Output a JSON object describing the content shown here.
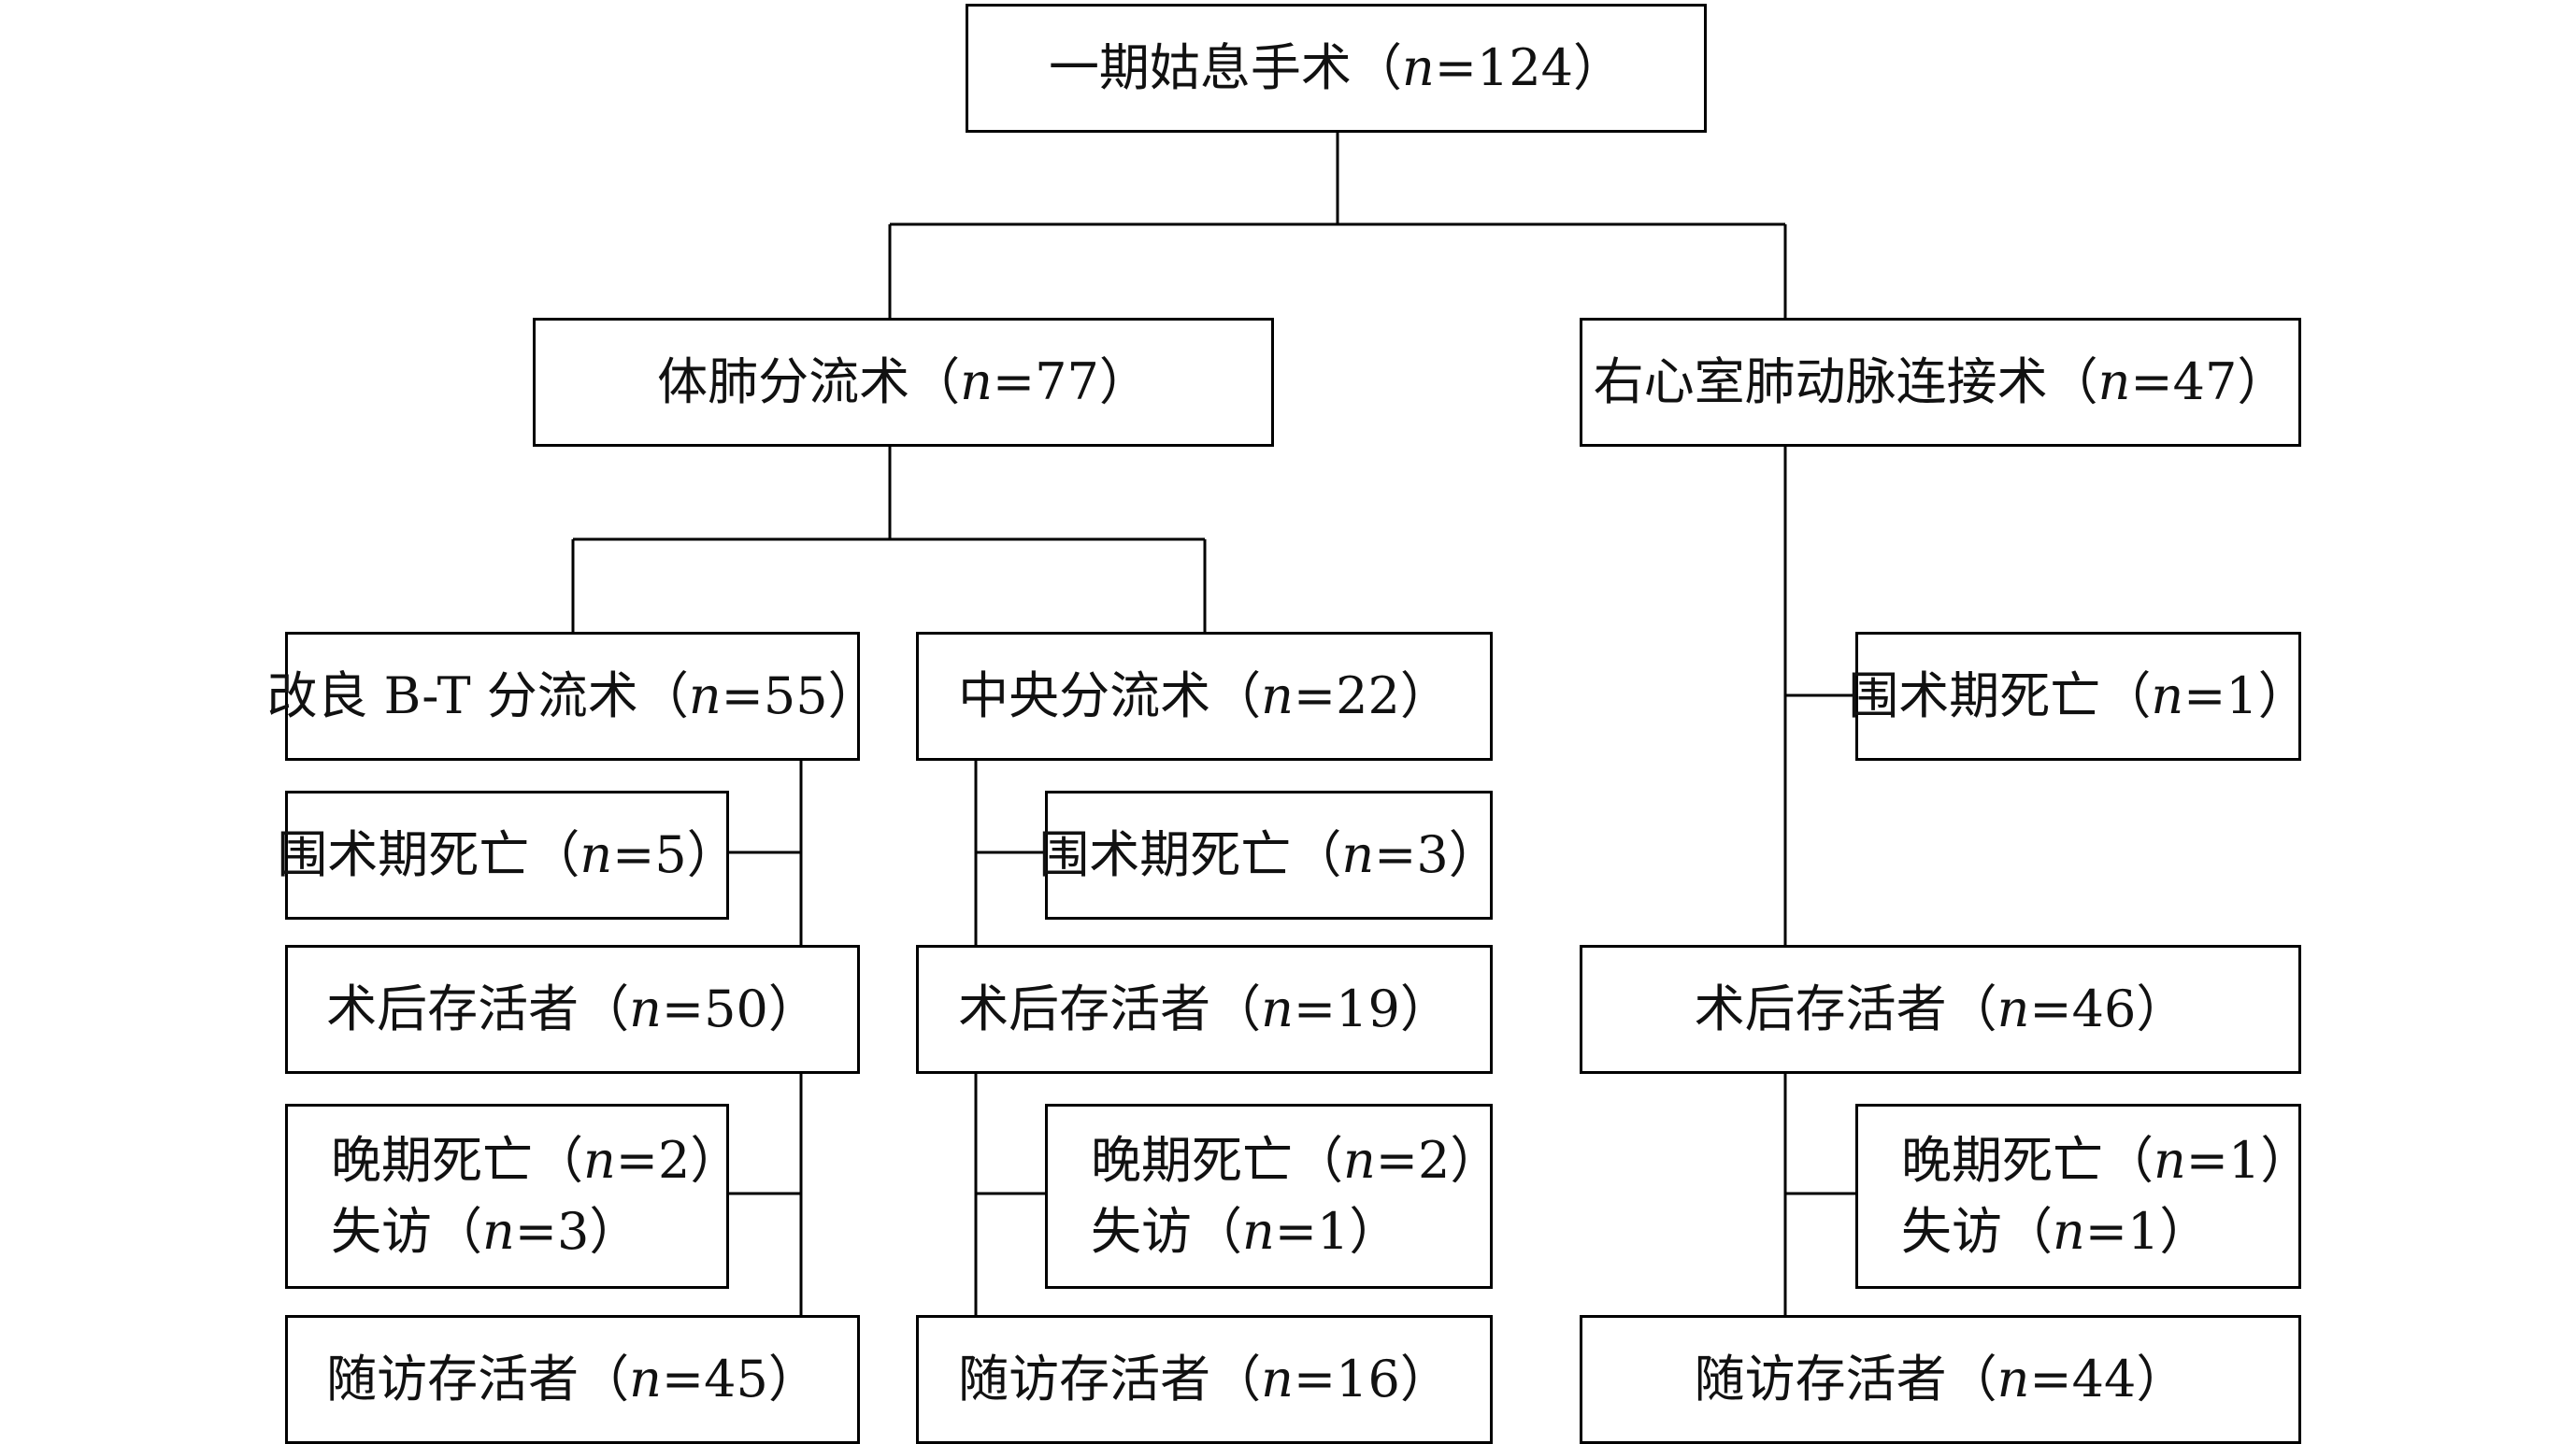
{
  "diagram": {
    "n_symbol": "n",
    "nodes": {
      "root": {
        "label": "一期姑息手术",
        "value": "124"
      },
      "spf": {
        "label": "体肺分流术",
        "value": "77"
      },
      "rvpa": {
        "label": "右心室肺动脉连接术",
        "value": "47"
      },
      "mbt": {
        "label": "改良 B-T 分流术",
        "value": "55"
      },
      "central": {
        "label": "中央分流术",
        "value": "22"
      },
      "mbt_periop": {
        "label": "围术期死亡",
        "value": "5"
      },
      "central_periop": {
        "label": "围术期死亡",
        "value": "3"
      },
      "rvpa_periop": {
        "label": "围术期死亡",
        "value": "1"
      },
      "mbt_survivors": {
        "label": "术后存活者",
        "value": "50"
      },
      "central_survivors": {
        "label": "术后存活者",
        "value": "19"
      },
      "rvpa_survivors": {
        "label": "术后存活者",
        "value": "46"
      },
      "mbt_late": {
        "lines": [
          {
            "label": "晚期死亡",
            "value": "2"
          },
          {
            "label": "失访",
            "value": "3"
          }
        ]
      },
      "central_late": {
        "lines": [
          {
            "label": "晚期死亡",
            "value": "2"
          },
          {
            "label": "失访",
            "value": "1"
          }
        ]
      },
      "rvpa_late": {
        "lines": [
          {
            "label": "晚期死亡",
            "value": "1"
          },
          {
            "label": "失访",
            "value": "1"
          }
        ]
      },
      "mbt_followup": {
        "label": "随访存活者",
        "value": "45"
      },
      "central_followup": {
        "label": "随访存活者",
        "value": "16"
      },
      "rvpa_followup": {
        "label": "随访存活者",
        "value": "44"
      }
    }
  }
}
